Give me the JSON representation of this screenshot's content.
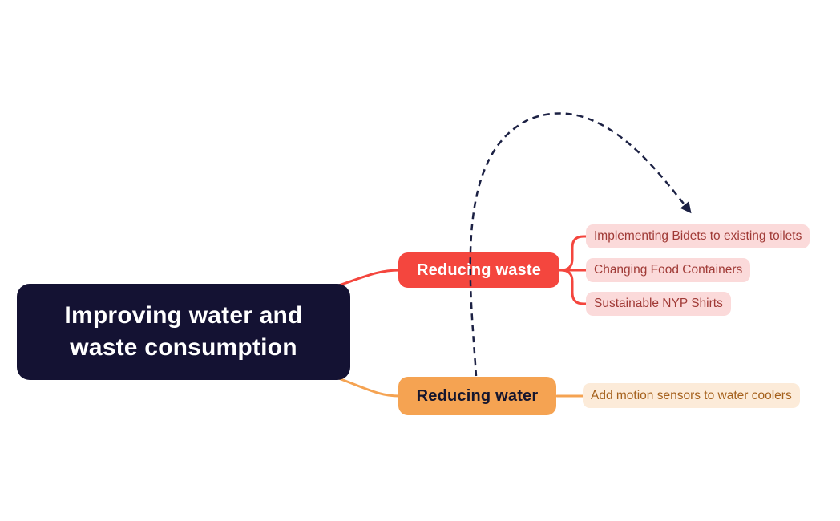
{
  "canvas": {
    "bg_color": "#ffffff"
  },
  "root": {
    "label_line1": "Improving water and",
    "label_line2": "waste consumption",
    "bg_color": "#141233",
    "text_color": "#ffffff"
  },
  "branches": [
    {
      "label": "Reducing waste",
      "bg_color": "#f4463e",
      "text_color": "#ffffff",
      "connector_color": "#f4463e",
      "child_bg_color": "#fbdada",
      "child_text_color": "#a03a36",
      "children": [
        {
          "label": "Implementing Bidets to existing toilets"
        },
        {
          "label": "Changing Food Containers"
        },
        {
          "label": "Sustainable NYP Shirts"
        }
      ]
    },
    {
      "label": "Reducing water",
      "bg_color": "#f5a352",
      "text_color": "#16162e",
      "connector_color": "#f5a352",
      "child_bg_color": "#fcebd9",
      "child_text_color": "#a5611d",
      "children": [
        {
          "label": "Add motion sensors to water coolers"
        }
      ]
    }
  ],
  "arrow": {
    "style": "dashed",
    "color": "#1c2144"
  }
}
